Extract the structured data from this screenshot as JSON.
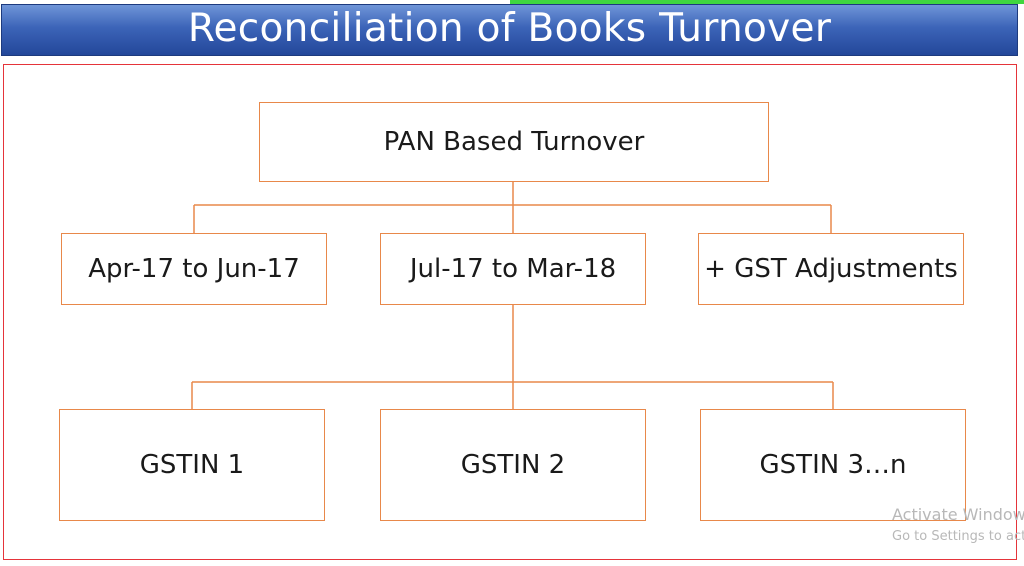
{
  "title": "Reconciliation of Books Turnover",
  "diagram": {
    "root": "PAN Based Turnover",
    "level1": [
      "Apr-17 to Jun-17",
      "Jul-17 to Mar-18",
      "+ GST Adjustments"
    ],
    "level2": [
      "GSTIN 1",
      "GSTIN 2",
      "GSTIN 3…n"
    ]
  },
  "watermark": {
    "line1": "Activate Windows",
    "line2": "Go to Settings to activate Windows."
  },
  "colors": {
    "title_bar": "#3c64b8",
    "node_border": "#e8884a",
    "connector": "#e8884a",
    "frame_border": "#e5343a",
    "accent_strip": "#3fd63f"
  }
}
